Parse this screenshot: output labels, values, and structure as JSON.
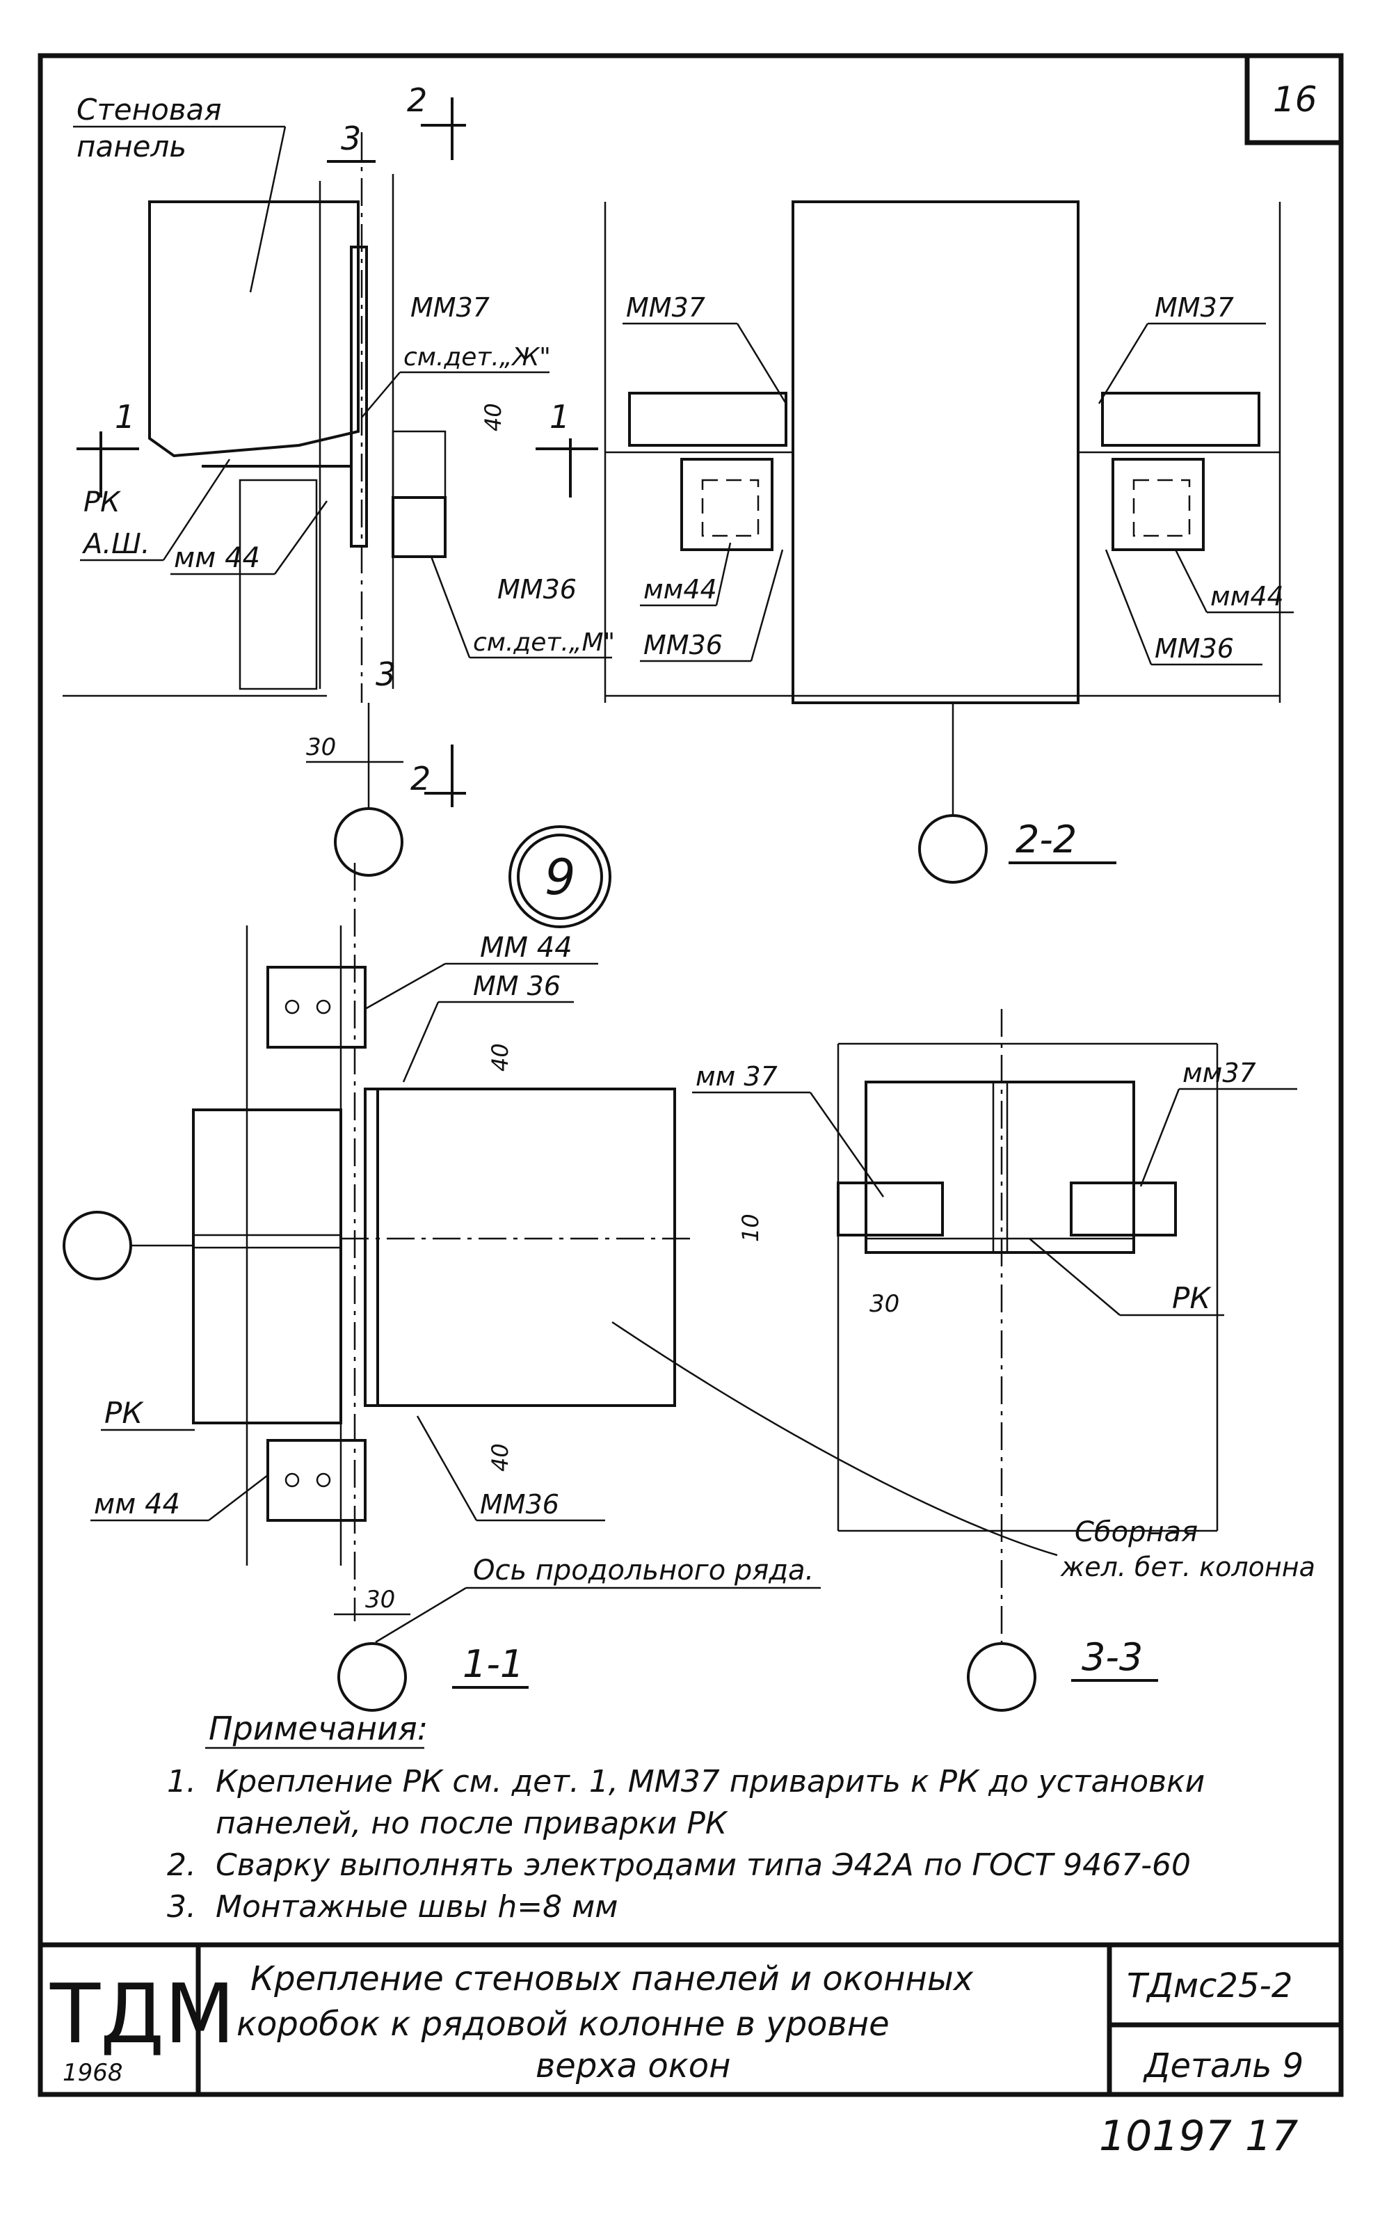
{
  "sheet": {
    "sheet_number": "16",
    "org": "ТДМ",
    "year": "1968",
    "title_line1": "Крепление стеновых панелей и оконных",
    "title_line2": "коробок к рядовой колонне в уровне",
    "title_line3": "верха окон",
    "code": "ТДмс25-2",
    "detail": "Деталь 9",
    "archive_number": "10197 17"
  },
  "detail_marker": "9",
  "views": {
    "section_9": {
      "wall_panel_label_1": "Стеновая",
      "wall_panel_label_2": "панель",
      "cut_2": "2",
      "cut_3": "3",
      "cut_1": "1",
      "mm37": "ММ37",
      "det_zh": "см.дет.„Ж\"",
      "dim_40": "40",
      "pk": "РК",
      "ash": "А.Ш.",
      "mm44": "мм 44",
      "mm36": "ММ36",
      "det_m": "см.дет.„М\"",
      "dim_30": "30"
    },
    "section_2_2": {
      "label": "2-2",
      "mm37_left": "ММ37",
      "mm37_right": "ММ37",
      "mm44_left": "мм44",
      "mm36_left": "ММ36",
      "mm44_right": "мм44",
      "mm36_right": "ММ36"
    },
    "section_1_1": {
      "label": "1-1",
      "mm44_top": "ММ 44",
      "mm36_top": "ММ 36",
      "dim_40_top": "40",
      "pk": "РК",
      "mm44_bottom": "мм 44",
      "dim_40_bottom": "40",
      "mm36_bottom": "ММ36",
      "dim_30": "30",
      "axis_label": "Ось продольного ряда."
    },
    "section_3_3": {
      "label": "3-3",
      "mm37_left": "мм 37",
      "mm37_right": "мм37",
      "dim_10": "10",
      "dim_30": "30",
      "pk": "РК",
      "column_label_1": "Сборная",
      "column_label_2": "жел. бет. колонна"
    }
  },
  "notes": {
    "heading": "Примечания:",
    "items": [
      {
        "num": "1.",
        "text": "Крепление РК см. дет. 1, ММ37 приварить к РК до установки"
      },
      {
        "num": "",
        "text": "панелей, но после приварки РК"
      },
      {
        "num": "2.",
        "text": "Сварку выполнять электродами типа Э42А по ГОСТ 9467-60"
      },
      {
        "num": "3.",
        "text": "Монтажные швы h=8 мм"
      }
    ]
  }
}
